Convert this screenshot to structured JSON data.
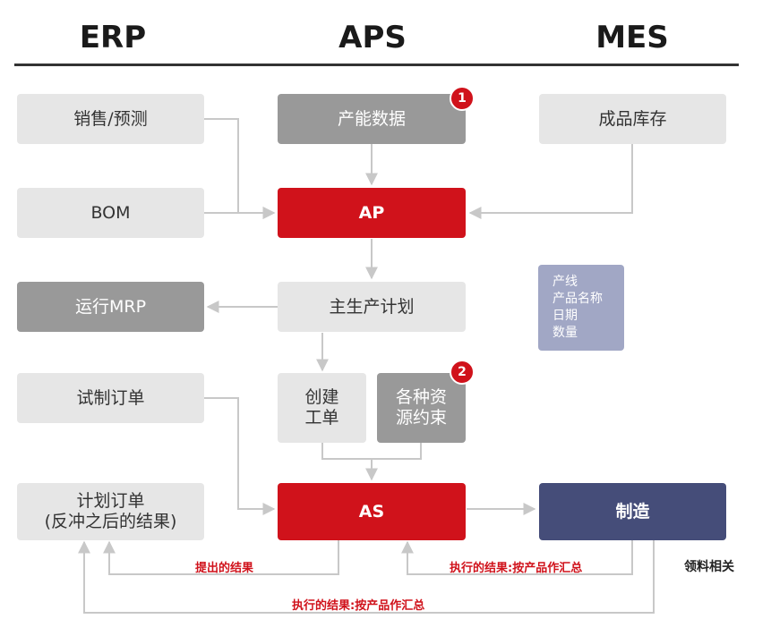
{
  "columns": {
    "erp": "ERP",
    "aps": "APS",
    "mes": "MES"
  },
  "erp": {
    "sales_forecast": "销售/预测",
    "bom": "BOM",
    "run_mrp": "运行MRP",
    "trial_order": "试制订单",
    "planned_order_line1": "计划订单",
    "planned_order_line2": "(反冲之后的结果)"
  },
  "aps": {
    "capacity_data": "产能数据",
    "ap": "AP",
    "master_plan": "主生产计划",
    "create_order_line1": "创建",
    "create_order_line2": "工单",
    "constraints_line1": "各种资",
    "constraints_line2": "源约束",
    "as": "AS",
    "badge_1": "1",
    "badge_2": "2"
  },
  "mes": {
    "finished_inventory": "成品库存",
    "manufacturing": "制造",
    "info_lines": [
      "产线",
      "产品名称",
      "日期",
      "数量"
    ],
    "material_note": "领料相关"
  },
  "labels": {
    "proposed_result": "提出的结果",
    "exec_result_mes": "执行的结果:按产品作汇总",
    "exec_result_bottom": "执行的结果:按产品作汇总"
  },
  "colors": {
    "red": "#d0121b",
    "navy": "#454d79",
    "light_grey": "#e6e6e6",
    "dark_grey": "#999999",
    "lavender": "#a1a7c5",
    "connector": "#c8c8c8"
  }
}
